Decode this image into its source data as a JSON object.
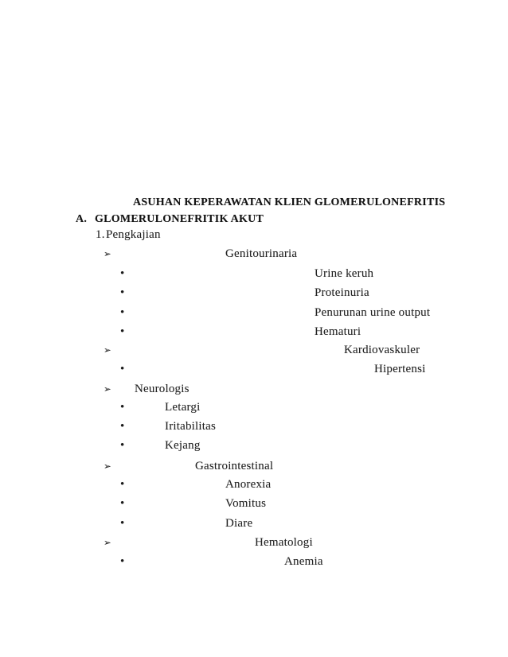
{
  "document": {
    "title": "ASUHAN KEPERAWATAN KLIEN GLOMERULONEFRITIS",
    "section": {
      "marker": "A.",
      "title": "GLOMERULONEFRITIK AKUT"
    },
    "subsection": {
      "marker": "1.",
      "title": "Pengkajian"
    },
    "outline": [
      {
        "bullet": "arrow",
        "label": "Genitourinaria"
      },
      {
        "bullet": "dot",
        "label": "Urine keruh"
      },
      {
        "bullet": "dot",
        "label": "Proteinuria"
      },
      {
        "bullet": "dot",
        "label": "Penurunan urine output"
      },
      {
        "bullet": "dot",
        "label": "Hematuri"
      },
      {
        "bullet": "arrow",
        "label": "Kardiovaskuler"
      },
      {
        "bullet": "dot",
        "label": "Hipertensi"
      },
      {
        "bullet": "arrow",
        "label": "Neurologis"
      },
      {
        "bullet": "dot",
        "label": "Letargi"
      },
      {
        "bullet": "dot",
        "label": "Iritabilitas"
      },
      {
        "bullet": "dot",
        "label": "Kejang"
      },
      {
        "bullet": "arrow",
        "label": "Gastrointestinal"
      },
      {
        "bullet": "dot",
        "label": "Anorexia"
      },
      {
        "bullet": "dot",
        "label": "Vomitus"
      },
      {
        "bullet": "dot",
        "label": "Diare"
      },
      {
        "bullet": "arrow",
        "label": "Hematologi"
      },
      {
        "bullet": "dot",
        "label": "Anemia"
      }
    ]
  },
  "glyphs": {
    "arrow_bullet": "➢",
    "dot_bullet": "•"
  },
  "colors": {
    "page_background": "#ffffff",
    "text": "#1e1e1e"
  }
}
